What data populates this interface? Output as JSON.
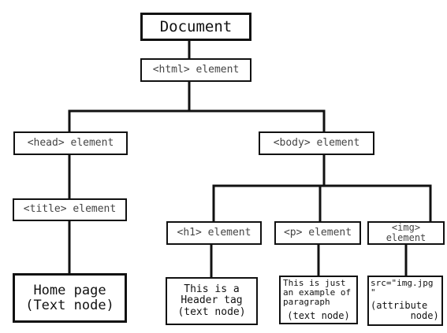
{
  "diagram": {
    "document": "Document",
    "html": "<html> element",
    "head": "<head> element",
    "body": "<body> element",
    "title": "<title> element",
    "h1": "<h1> element",
    "p": "<p> element",
    "img": "<img>\nelement",
    "title_text": "Home page\n(Text node)",
    "h1_text": "This is a\nHeader tag\n(text node)",
    "p_text": "This is just\nan example of\nparagraph",
    "p_text_node": "(text node)",
    "img_attr_src": "src=\"img.jpg\n\"",
    "img_attr_label": "(attribute\n       node)"
  },
  "colors": {
    "line": "#111111",
    "text": "#444444",
    "background": "#ffffff"
  }
}
